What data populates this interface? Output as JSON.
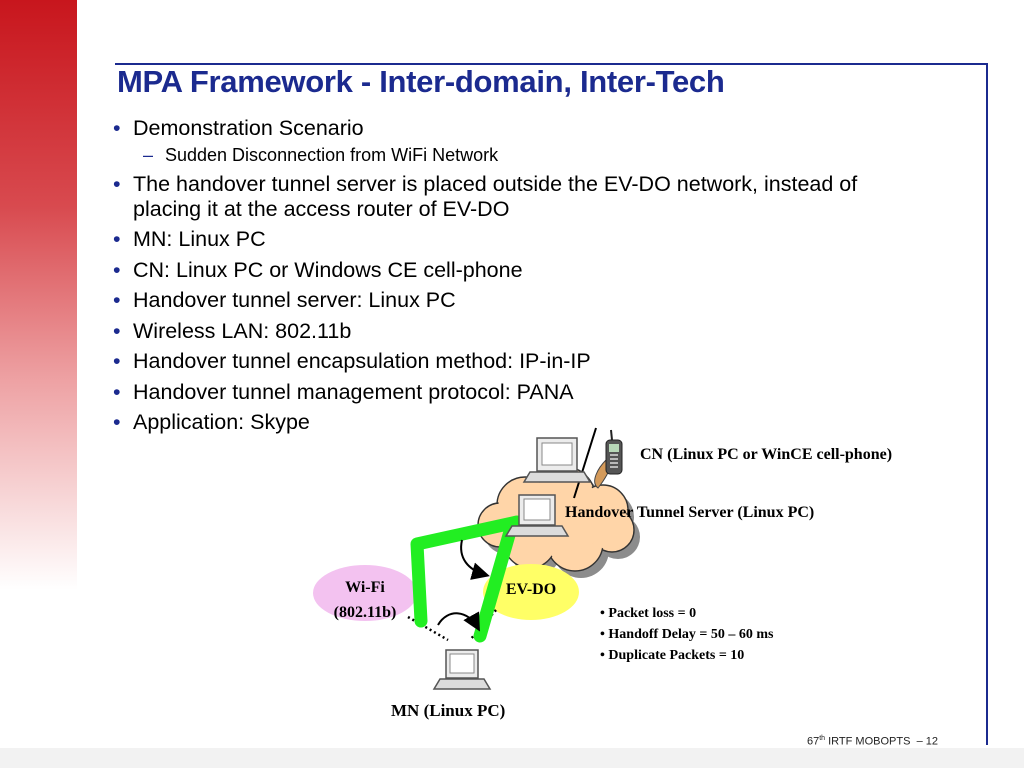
{
  "slide": {
    "title": "MPA Framework - Inter-domain, Inter-Tech",
    "bullets": [
      {
        "text": "Demonstration Scenario",
        "sub": [
          "Sudden Disconnection from WiFi Network"
        ]
      },
      {
        "text": "The handover tunnel server is placed outside the EV-DO network, instead of placing it at the access router of  EV-DO"
      },
      {
        "text": "MN: Linux PC"
      },
      {
        "text": "CN: Linux PC or Windows CE cell-phone"
      },
      {
        "text": "Handover tunnel server: Linux PC"
      },
      {
        "text": "Wireless LAN: 802.11b"
      },
      {
        "text": "Handover tunnel encapsulation method: IP-in-IP"
      },
      {
        "text": "Handover tunnel management protocol: PANA"
      },
      {
        "text": "Application: Skype"
      }
    ]
  },
  "diagram": {
    "cn_label": "CN (Linux PC or WinCE cell-phone)",
    "server_label": "Handover Tunnel Server (Linux PC)",
    "wifi_label": "Wi-Fi",
    "wifi_sub_label": "(802.11b)",
    "evdo_label": "EV-DO",
    "mn_label": "MN (Linux PC)",
    "results": [
      "Packet loss = 0",
      "Handoff Delay = 50 – 60 ms",
      "Duplicate Packets = 10"
    ],
    "colors": {
      "wifi": "#f3c2f0",
      "evdo": "#ffff66",
      "cloud": "#ffd5a8",
      "tunnel": "#22ee22"
    }
  },
  "footer": {
    "meeting_number": "67",
    "meeting_suffix": "th",
    "meeting_name": "IRTF MOBOPTS",
    "separator": "–",
    "page_number": "12"
  }
}
